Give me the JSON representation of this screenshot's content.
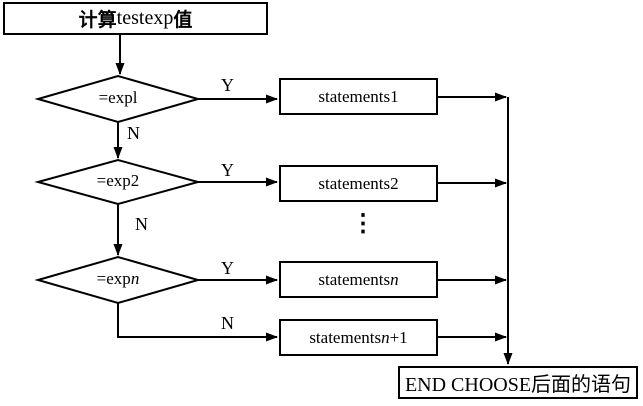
{
  "accent_color": "#000000",
  "background_color": "#ffffff",
  "start_box": {
    "cn_prefix": "计算",
    "latin": "testexp",
    "cn_suffix": "值"
  },
  "decisions": [
    {
      "pre": "=expl",
      "var": "",
      "post": ""
    },
    {
      "pre": "=exp2",
      "var": "",
      "post": ""
    },
    {
      "pre": "=exp",
      "var": "n",
      "post": ""
    }
  ],
  "processes": [
    {
      "pre": "statements1",
      "var": "",
      "post": ""
    },
    {
      "pre": "statements2",
      "var": "",
      "post": ""
    },
    {
      "pre": "statements",
      "var": "n",
      "post": ""
    },
    {
      "pre": "statements",
      "var": "n",
      "post": "+1"
    }
  ],
  "end_box": {
    "label": "END CHOOSE后面的语句"
  },
  "branch_labels": {
    "yes": "Y",
    "no": "N"
  },
  "ellipsis": "⋮"
}
